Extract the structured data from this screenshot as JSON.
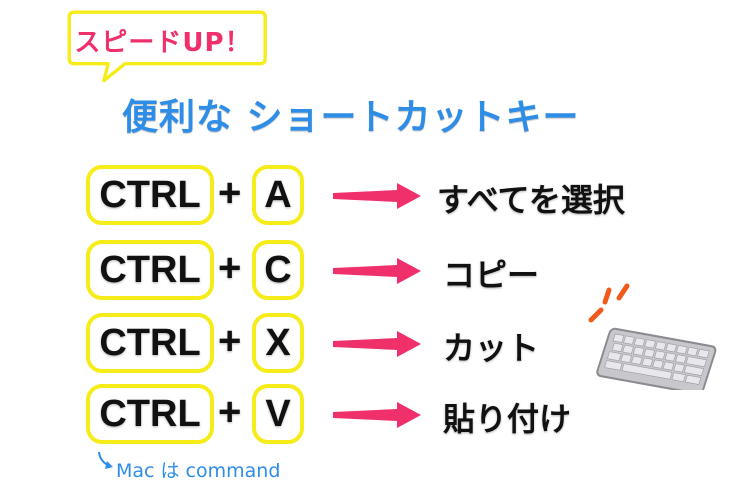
{
  "bubble": {
    "text": "スピードUP！"
  },
  "title": "便利な ショートカットキー",
  "shortcuts": [
    {
      "modifier": "CTRL",
      "plus": "+",
      "key": "A",
      "action": "すべてを選択"
    },
    {
      "modifier": "CTRL",
      "plus": "+",
      "key": "C",
      "action": "コピー"
    },
    {
      "modifier": "CTRL",
      "plus": "+",
      "key": "X",
      "action": "カット"
    },
    {
      "modifier": "CTRL",
      "plus": "+",
      "key": "V",
      "action": "貼り付け"
    }
  ],
  "note": "Mac は command",
  "colors": {
    "accent_pink": "#f0306a",
    "title_blue": "#2e8de6",
    "key_border_yellow": "#f5ec1a",
    "arrow_pink": "#f0306a"
  },
  "icons": [
    "speech-bubble",
    "right-arrow",
    "keyboard-illustration",
    "sparkle-lines"
  ]
}
